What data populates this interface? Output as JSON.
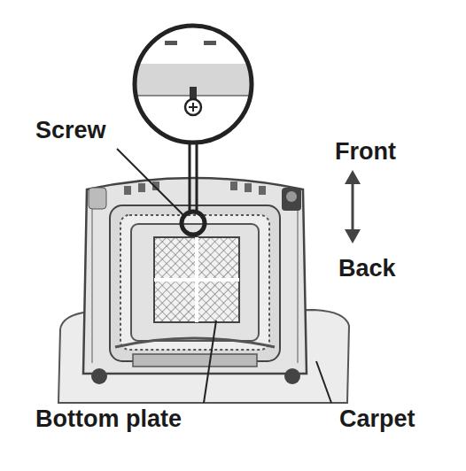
{
  "diagram": {
    "labels": [
      "Screw",
      "Front",
      "Back",
      "Bottom plate",
      "Carpet"
    ]
  }
}
